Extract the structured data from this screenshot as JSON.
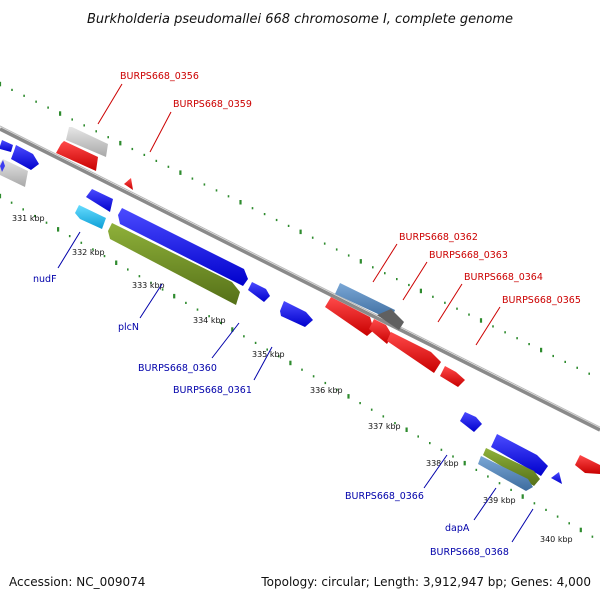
{
  "title": "Burkholderia pseudomallei 668 chromosome I, complete genome",
  "footer": {
    "accession": "Accession: NC_009074",
    "summary": "Topology: circular; Length: 3,912,947 bp; Genes: 4,000"
  },
  "ticks": [
    "331 kbp",
    "332 kbp",
    "333 kbp",
    "334 kbp",
    "335 kbp",
    "336 kbp",
    "337 kbp",
    "338 kbp",
    "339 kbp",
    "340 kbp"
  ],
  "labels": {
    "forward_color": "#cc0000",
    "reverse_color": "#0000aa",
    "forward": [
      "BURPS668_0356",
      "BURPS668_0359",
      "BURPS668_0362",
      "BURPS668_0363",
      "BURPS668_0364",
      "BURPS668_0365"
    ],
    "reverse": [
      "nudF",
      "plcN",
      "BURPS668_0360",
      "BURPS668_0361",
      "BURPS668_0366",
      "dapA",
      "BURPS668_0368"
    ]
  },
  "colors": {
    "backbone": "#8a8a8a",
    "dots": "#2e8b2e",
    "blue": "#1010ee",
    "red": "#ee1111",
    "grey": "#c8c8c8",
    "cyan": "#22bbee",
    "olive": "#6b8e23",
    "steel": "#4a7fb5"
  }
}
